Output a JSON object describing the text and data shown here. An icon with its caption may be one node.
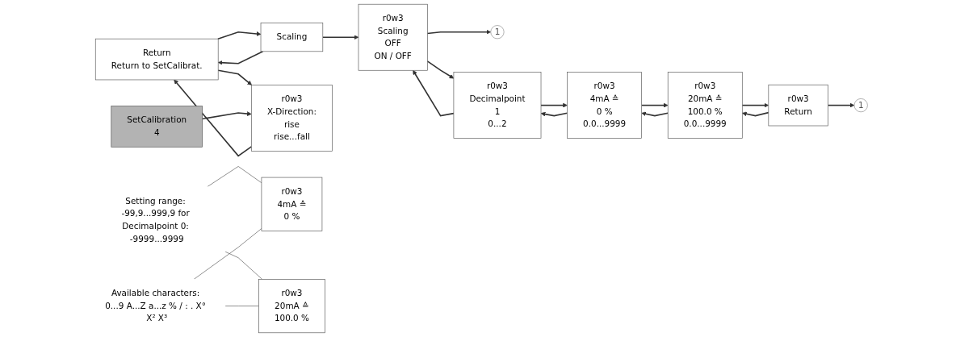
{
  "diagram": {
    "nodes": [
      {
        "text": [
          "1"
        ]
      },
      {
        "text": [
          "r0w3",
          "Scaling",
          "OFF",
          "ON / OFF"
        ]
      },
      {
        "text": [
          "r0w3",
          "Decimalpoint",
          "1",
          "0...2"
        ]
      },
      {
        "text": [
          "r0w3",
          "4mA ≙",
          "0 %",
          "0.0...9999"
        ]
      },
      {
        "text": [
          "r0w3",
          "20mA ≙",
          "100.0 %",
          "0.0...9999"
        ]
      },
      {
        "text": [
          "r0w3",
          "Return"
        ]
      },
      {
        "text": [
          "1"
        ]
      },
      {
        "text": [
          "Return",
          "Return to SetCalibrat."
        ]
      },
      {
        "text": [
          "Scaling"
        ]
      },
      {
        "text": [
          "r0w3",
          "X-Direction:",
          "rise",
          "rise...fall"
        ]
      },
      {
        "text": [
          "SetCalibration",
          "4"
        ]
      },
      {
        "text": [
          "r0w3",
          "4mA ≙",
          "0 %"
        ]
      },
      {
        "text": [
          "r0w3",
          "20mA ≙",
          "100.0 %"
        ]
      },
      {
        "text": [
          "Setting range: -99,9...999,9 for Decimalpoint 0: -9999...9999"
        ]
      },
      {
        "text": [
          "Available characters: 0...9 A...Z a...z % / : . X° X² X³"
        ]
      }
    ],
    "edges": [
      {
        "from": 1,
        "to": 0,
        "arrow": "to"
      },
      {
        "from": 1,
        "to": 2,
        "arrow": "to"
      },
      {
        "from": 2,
        "to": 1,
        "arrow": "to"
      },
      {
        "from": 2,
        "to": 3,
        "arrow": "to"
      },
      {
        "from": 3,
        "to": 2,
        "arrow": "to"
      },
      {
        "from": 3,
        "to": 4,
        "arrow": "to"
      },
      {
        "from": 4,
        "to": 3,
        "arrow": "to"
      },
      {
        "from": 4,
        "to": 5,
        "arrow": "to"
      },
      {
        "from": 5,
        "to": 4,
        "arrow": "to"
      },
      {
        "from": 5,
        "to": 6,
        "arrow": "to"
      },
      {
        "from": 8,
        "to": 1,
        "arrow": "to"
      },
      {
        "from": 7,
        "to": 8,
        "arrow": "to"
      },
      {
        "from": 8,
        "to": 7,
        "arrow": "to"
      },
      {
        "from": 7,
        "to": 9,
        "arrow": "to"
      },
      {
        "from": 9,
        "to": 7,
        "arrow": "to"
      },
      {
        "from": 10,
        "to": 9,
        "arrow": "to"
      },
      {
        "from": 13,
        "to": 11,
        "arrow": "none"
      },
      {
        "from": 13,
        "to": 12,
        "arrow": "none"
      },
      {
        "from": 14,
        "to": 11,
        "arrow": "none"
      },
      {
        "from": 14,
        "to": 12,
        "arrow": "none"
      }
    ]
  }
}
